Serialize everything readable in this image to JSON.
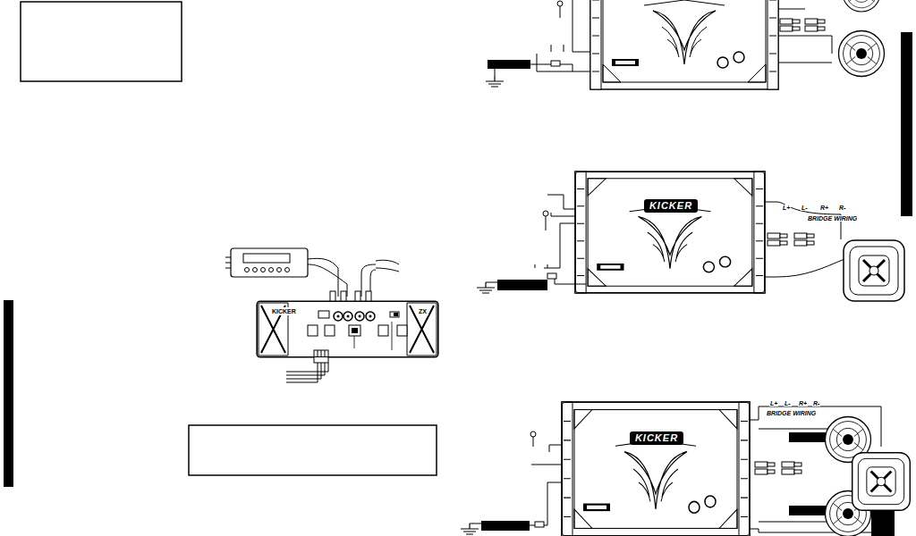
{
  "diagram": {
    "nodes": [
      {
        "text": [
          "KICKER",
          "ZX"
        ]
      },
      {
        "text": [
          "KICKER"
        ]
      },
      {
        "text": [
          "KICKER"
        ]
      }
    ],
    "labels": [
      "L+",
      "L-",
      "R+",
      "R-",
      "BRIDGE WIRING",
      "L+",
      "L-",
      "R+",
      "R-",
      "BRIDGE WIRING"
    ]
  }
}
